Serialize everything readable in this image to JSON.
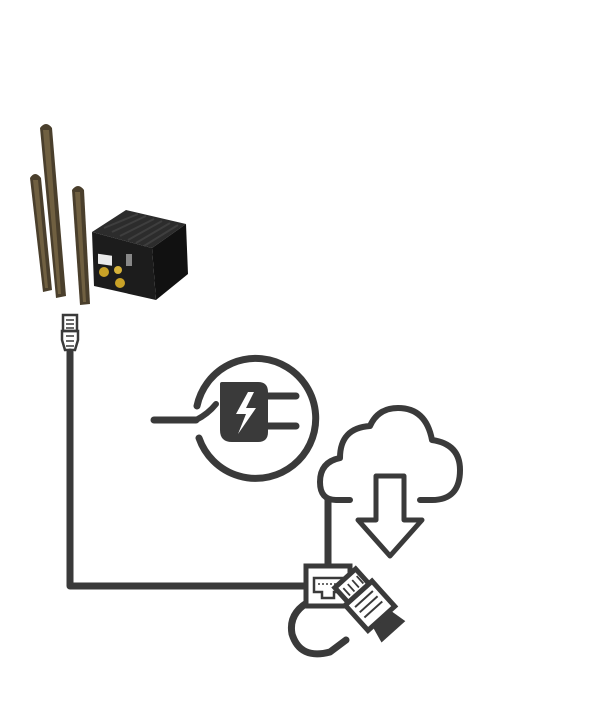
{
  "diagram": {
    "background": "#ffffff",
    "line_color": "#3a3a3a",
    "device_color": "#1b1b1b",
    "antenna_color": "#6b5a3a",
    "connector_color": "#c9a227",
    "components": [
      {
        "id": "router",
        "icon": "lte-router-with-antennas"
      },
      {
        "id": "ethernet-plug-top",
        "icon": "rj45-plug-icon"
      },
      {
        "id": "power",
        "icon": "power-plug-icon"
      },
      {
        "id": "cloud",
        "icon": "cloud-download-icon"
      },
      {
        "id": "ethernet-port",
        "icon": "ethernet-port-icon"
      },
      {
        "id": "ethernet-plug-bottom",
        "icon": "rj45-plug-icon"
      }
    ],
    "connections": [
      {
        "from": "router",
        "to": "ethernet-port"
      },
      {
        "from": "cloud",
        "to": "ethernet-port"
      },
      {
        "from": "ethernet-port",
        "to": "ethernet-plug-bottom"
      }
    ]
  }
}
